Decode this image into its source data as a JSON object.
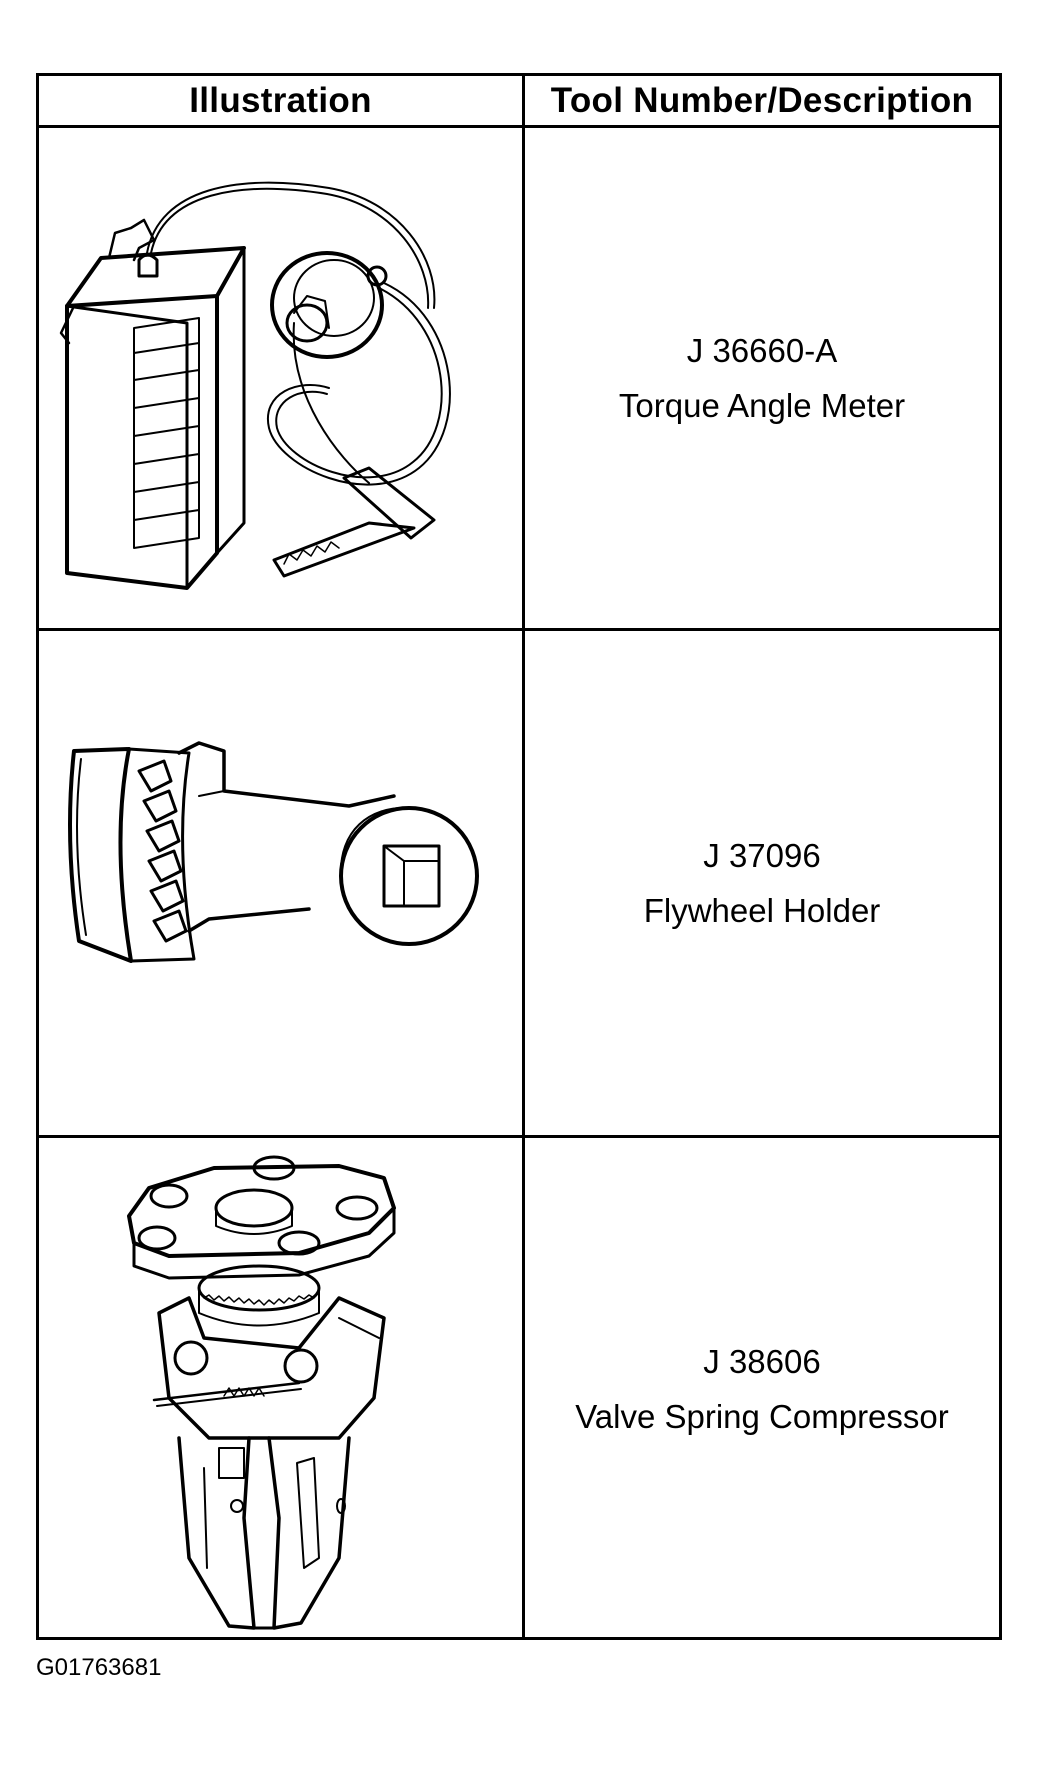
{
  "table": {
    "headers": {
      "illustration": "Illustration",
      "description": "Tool Number/Description"
    },
    "rows": [
      {
        "tool_number": "J 36660-A",
        "description": "Torque Angle Meter",
        "icon": "torque-angle-meter-illustration"
      },
      {
        "tool_number": "J 37096",
        "description": "Flywheel Holder",
        "icon": "flywheel-holder-illustration"
      },
      {
        "tool_number": "J 38606",
        "description": "Valve Spring Compressor",
        "icon": "valve-spring-compressor-illustration"
      }
    ]
  },
  "figure_id": "G01763681",
  "colors": {
    "line": "#000000",
    "background": "#ffffff"
  }
}
